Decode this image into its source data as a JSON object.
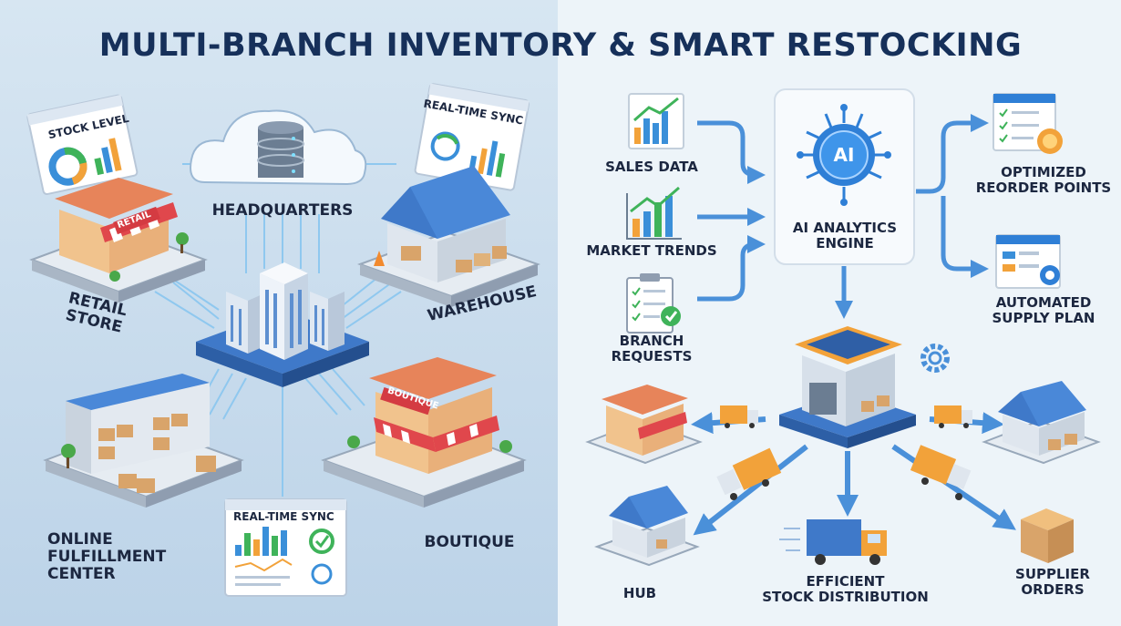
{
  "title": "MULTI-BRANCH INVENTORY & SMART RESTOCKING",
  "left": {
    "headquarters": "HEADQUARTERS",
    "retail_store": "RETAIL STORE",
    "retail_sign": "RETAIL",
    "warehouse": "WAREHOUSE",
    "online_fulfillment": [
      "ONLINE",
      "FULFILLMENT",
      "CENTER"
    ],
    "boutique": "BOUTIQUE",
    "boutique_sign": "BOUTIQUE",
    "stock_level_panel": "STOCK LEVEL",
    "sync_panel_top": "REAL-TIME SYNC",
    "sync_panel_bottom": "REAL-TIME SYNC"
  },
  "right": {
    "inputs": [
      "SALES DATA",
      "MARKET TRENDS",
      [
        "BRANCH",
        "REQUESTS"
      ]
    ],
    "ai_badge": "AI",
    "engine": [
      "AI ANALYTICS",
      "ENGINE"
    ],
    "outputs": [
      [
        "OPTIMIZED",
        "REORDER POINTS"
      ],
      [
        "AUTOMATED",
        "SUPPLY PLAN"
      ]
    ],
    "hub": "HUB",
    "distribution": [
      "EFFICIENT",
      "STOCK DISTRIBUTION"
    ],
    "supplier": [
      "SUPPLIER",
      "ORDERS"
    ]
  },
  "colors": {
    "left_bg": "#cfe0ef",
    "right_bg": "#edf4f9",
    "title": "#16305a",
    "accent_blue": "#2f7fd6",
    "arrow_blue": "#4a90d9",
    "awning_red": "#e0474c",
    "truck_orange": "#f2a23a",
    "chart_green": "#3fb35a"
  }
}
